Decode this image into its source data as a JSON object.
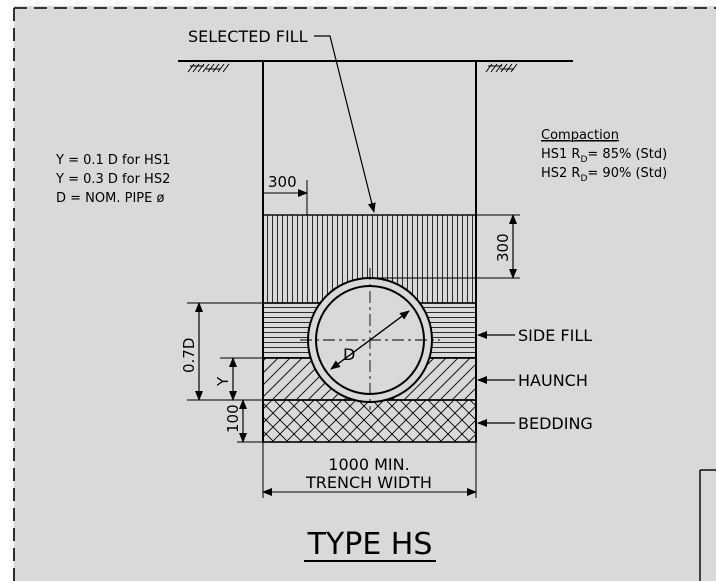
{
  "colors": {
    "background": "#d9d9d9",
    "ink": "#000000",
    "sheet": "#ffffff"
  },
  "labels": {
    "selected_fill": "SELECTED FILL",
    "side_fill": "SIDE FILL",
    "haunch": "HAUNCH",
    "bedding": "BEDDING",
    "pipe_diameter": "D",
    "title": "TYPE HS"
  },
  "notes": {
    "line1": "Y = 0.1 D for HS1",
    "line2": "Y = 0.3 D for HS2",
    "line3": "D = NOM. PIPE ø"
  },
  "compaction": {
    "heading": "Compaction",
    "hs1_prefix": "HS1 R",
    "hs1_sub": "D",
    "hs1_value": "= 85% (Std)",
    "hs2_prefix": "HS2 R",
    "hs2_sub": "D",
    "hs2_value": "= 90% (Std)"
  },
  "dimensions": {
    "top_width": "300",
    "fill_height": "300",
    "haunch_height": "0.7D",
    "y_height": "Y",
    "bedding_height": "100",
    "trench_line1": "1000 MIN.",
    "trench_line2": "TRENCH WIDTH"
  }
}
